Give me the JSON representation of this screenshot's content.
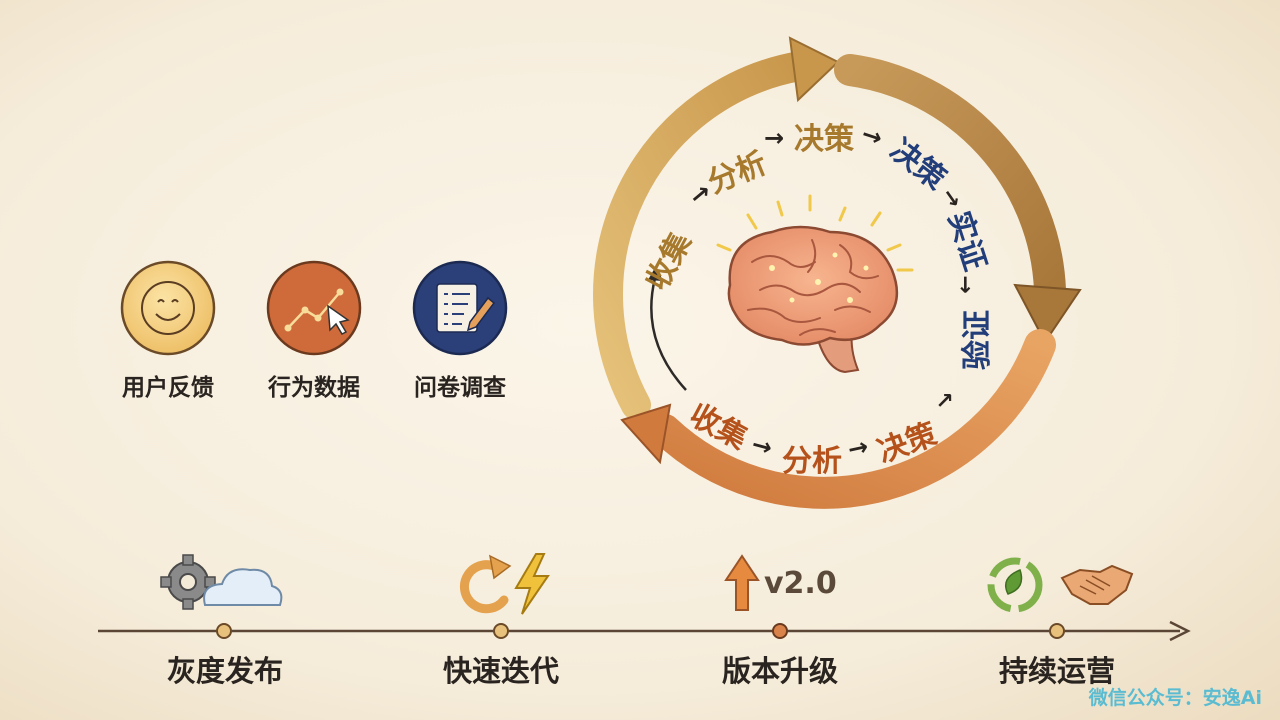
{
  "inputs": [
    {
      "label": "用户反馈",
      "icon": "smiley-face-icon"
    },
    {
      "label": "行为数据",
      "icon": "chart-cursor-icon"
    },
    {
      "label": "问卷调查",
      "icon": "survey-clipboard-icon"
    }
  ],
  "outer_loop": {
    "seg1": "收集",
    "seg2": "分析",
    "seg3": "决策",
    "seg4": "决策",
    "seg5": "实证",
    "seg6": "验证"
  },
  "inner_loop": {
    "seg1": "收集",
    "seg2": "分析",
    "seg3": "决策"
  },
  "timeline": [
    {
      "label": "灰度发布",
      "icon": "gear-cloud-icon"
    },
    {
      "label": "快速迭代",
      "icon": "refresh-lightning-icon"
    },
    {
      "label": "版本升级",
      "icon": "upgrade-arrow-icon",
      "badge_text": "v2.0"
    },
    {
      "label": "持续运营",
      "icon": "recycle-handshake-icon"
    }
  ],
  "watermark": "微信公众号：安逸Ai",
  "colors": {
    "arrow_gold": "#c99a4e",
    "arrow_orange": "#d9834a",
    "text_gold": "#a7792c",
    "text_blue": "#223e7a",
    "text_orange": "#b5521c"
  }
}
